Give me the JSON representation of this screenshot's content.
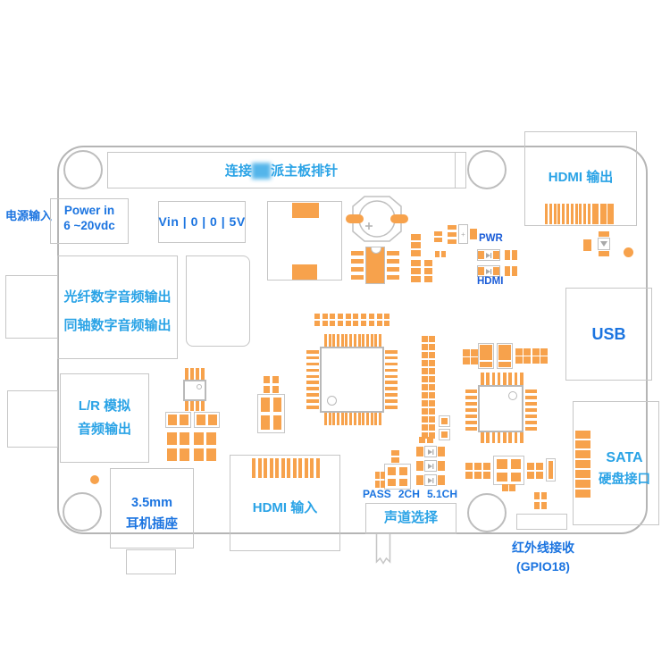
{
  "colors": {
    "orange": "#f7a24c",
    "label_blue": "#1b74e0",
    "label_sky": "#2aa3e6",
    "label_deep": "#1a5cd8",
    "outline_gray": "#b5b5b5"
  },
  "labels": {
    "header": {
      "prefix": "连接",
      "censored": "██",
      "suffix": "派主板排针"
    },
    "power_ext": "电源输入",
    "power_in": [
      "Power in",
      "6 ~20vdc"
    ],
    "vin": "Vin | 0 | 0 | 5V",
    "hdmi_out": "HDMI 输出",
    "digital_audio": [
      "光纤数字音频输出",
      "同轴数字音频输出"
    ],
    "lr_audio": [
      "L/R 模拟",
      "音频输出"
    ],
    "jack": [
      "3.5mm",
      "耳机插座"
    ],
    "hdmi_in": "HDMI 输入",
    "usb": "USB",
    "sata": [
      "SATA",
      "硬盘接口"
    ],
    "pwr_led": "PWR",
    "hdmi_led": "HDMI",
    "channel_modes": [
      "PASS",
      "2CH",
      "5.1CH"
    ],
    "channel_select": "声道选择",
    "ir": [
      "红外线接收",
      "(GPIO18)"
    ]
  }
}
